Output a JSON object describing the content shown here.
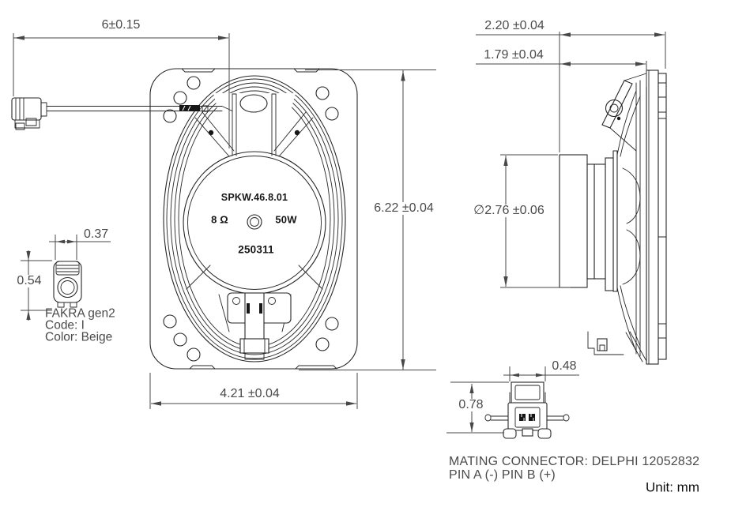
{
  "front_view": {
    "width_dim": "6±0.15",
    "height_dim": "6.22 ±0.04",
    "flange_width_dim": "4.21 ±0.04",
    "speaker_label": {
      "model": "SPKW.46.8.01",
      "impedance": "8 Ω",
      "power": "50W",
      "date_code": "250311"
    }
  },
  "fakra_detail": {
    "width_dim": "0.37",
    "height_dim": "0.54",
    "caption_line1": "FAKRA gen2",
    "caption_line2": "Code: I",
    "caption_line3": "Color: Beige"
  },
  "side_view": {
    "total_depth_dim": "2.20 ±0.04",
    "basket_depth_dim": "1.79 ±0.04",
    "magnet_diameter_dim": "∅2.76 ±0.06"
  },
  "connector_detail": {
    "width_dim": "0.48",
    "height_dim": "0.78",
    "note_line1": "MATING CONNECTOR: DELPHI 12052832",
    "note_line2": "PIN A (-) PIN B (+)"
  },
  "footer": {
    "unit_label": "Unit: mm"
  },
  "colors": {
    "line": "#262626",
    "dim_text": "#4a4a4c",
    "background": "#ffffff"
  }
}
